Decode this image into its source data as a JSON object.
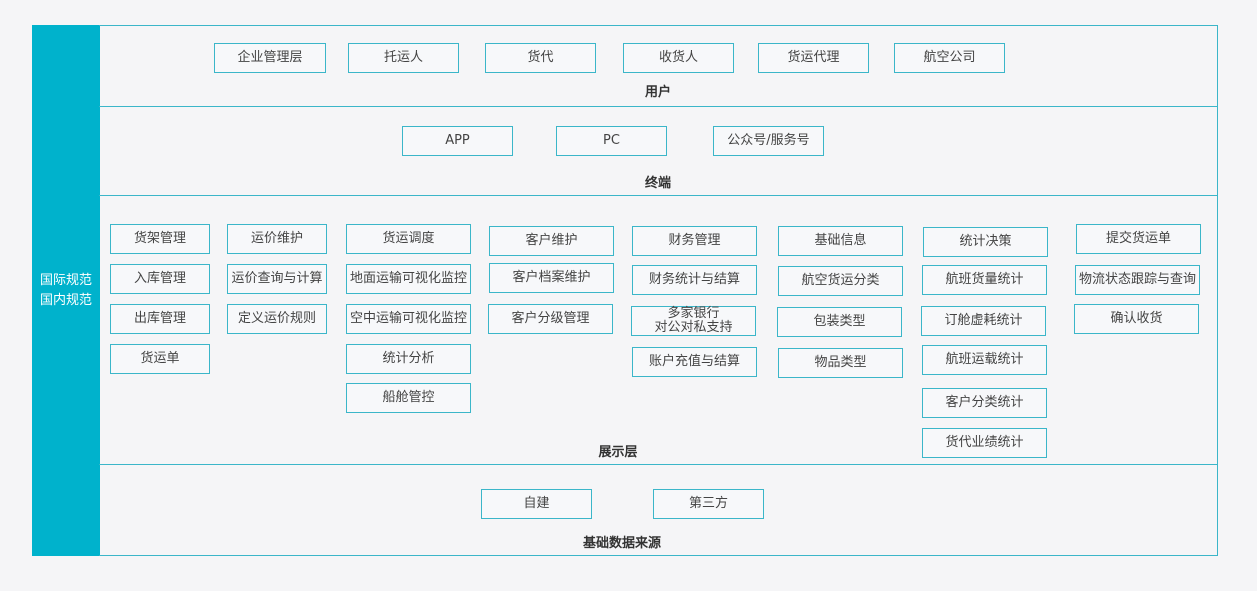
{
  "sidebar": {
    "line1": "国际规范",
    "line2": "国内规范"
  },
  "users": {
    "title": "用户",
    "items": [
      "企业管理层",
      "托运人",
      "货代",
      "收货人",
      "货运代理",
      "航空公司"
    ]
  },
  "terminal": {
    "title": "终端",
    "items": [
      "APP",
      "PC",
      "公众号/服务号"
    ]
  },
  "display": {
    "title": "展示层",
    "columns": [
      [
        "货架管理",
        "入库管理",
        "出库管理",
        "货运单"
      ],
      [
        "运价维护",
        "运价查询与计算",
        "定义运价规则"
      ],
      [
        "货运调度",
        "地面运输可视化监控",
        "空中运输可视化监控",
        "统计分析",
        "船舱管控"
      ],
      [
        "客户维护",
        "客户档案维护",
        "客户分级管理"
      ],
      [
        "财务管理",
        "财务统计与结算",
        "多家银行\n对公对私支持",
        "账户充值与结算"
      ],
      [
        "基础信息",
        "航空货运分类",
        "包装类型",
        "物品类型"
      ],
      [
        "统计决策",
        "航班货量统计",
        "订舱虚耗统计",
        "航班运载统计",
        "客户分类统计",
        "货代业绩统计"
      ],
      [
        "提交货运单",
        "物流状态跟踪与查询",
        "确认收货"
      ]
    ]
  },
  "data_source": {
    "title": "基础数据来源",
    "items": [
      "自建",
      "第三方"
    ]
  }
}
